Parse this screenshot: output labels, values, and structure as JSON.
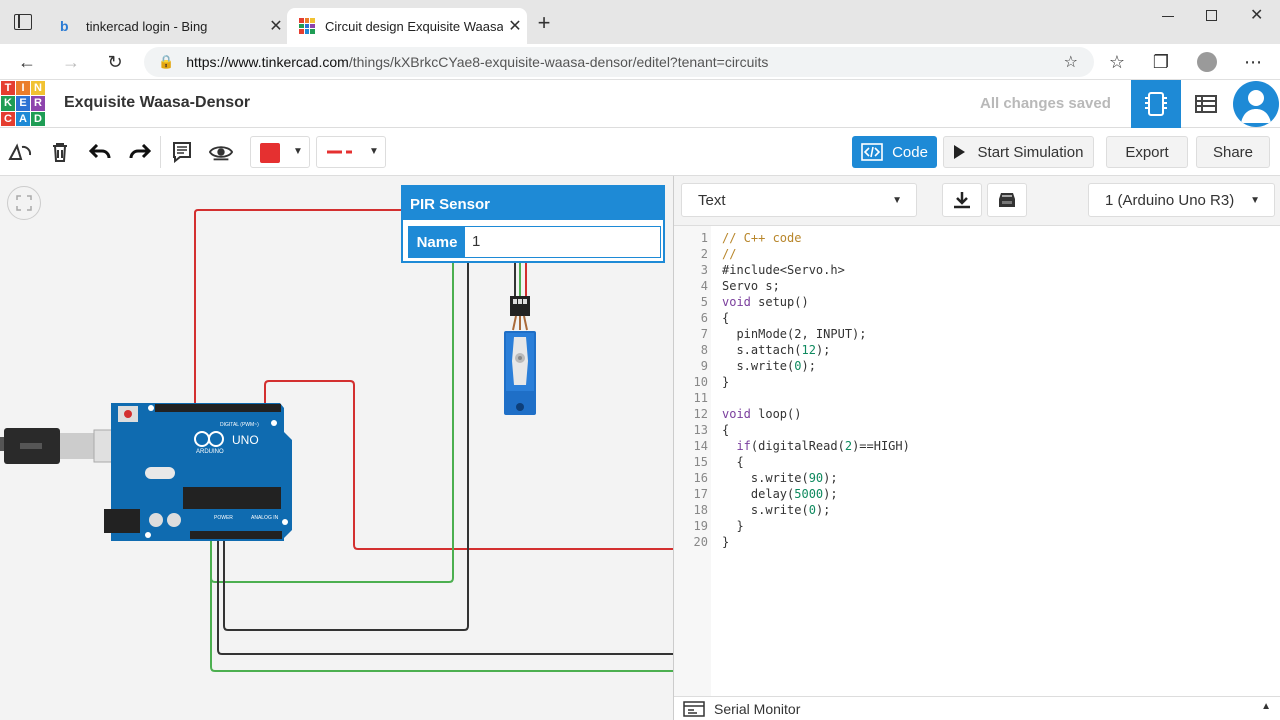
{
  "browser": {
    "tabs": [
      {
        "title": "tinkercad login - Bing",
        "active": false
      },
      {
        "title": "Circuit design Exquisite Waasa-D",
        "active": true
      }
    ],
    "new_tab_label": "+",
    "url_host": "https://www.tinkercad.com",
    "url_path": "/things/kXBrkcCYae8-exquisite-waasa-densor/editel?tenant=circuits"
  },
  "app": {
    "logo_letters": [
      "T",
      "I",
      "N",
      "K",
      "E",
      "R",
      "C",
      "A",
      "D"
    ],
    "project_title": "Exquisite Waasa-Densor",
    "save_status": "All changes saved"
  },
  "toolbar": {
    "code_label": "Code",
    "simulate_label": "Start Simulation",
    "export_label": "Export",
    "share_label": "Share",
    "wire_color": "#e53030"
  },
  "inspector": {
    "title": "PIR Sensor",
    "name_label": "Name",
    "name_value": "1"
  },
  "circuit": {
    "board_label": "UNO",
    "brand_label": "ARDUINO",
    "digital_label": "DIGITAL (PWM~)",
    "power_label": "POWER",
    "analog_label": "ANALOG IN"
  },
  "code_panel": {
    "mode": "Text",
    "device": "1 (Arduino Uno R3)",
    "serial_label": "Serial Monitor",
    "line_numbers": [
      "1",
      "2",
      "3",
      "4",
      "5",
      "6",
      "7",
      "8",
      "9",
      "10",
      "11",
      "12",
      "13",
      "14",
      "15",
      "16",
      "17",
      "18",
      "19",
      "20"
    ],
    "lines": [
      "// C++ code",
      "//",
      "#include<Servo.h>",
      "Servo s;",
      "void setup()",
      "{",
      "  pinMode(2, INPUT);",
      "  s.attach(12);",
      "  s.write(0);",
      "}",
      "",
      "void loop()",
      "{",
      "  if(digitalRead(2)==HIGH)",
      "  {",
      "    s.write(90);",
      "    delay(5000);",
      "    s.write(0);",
      "  }",
      "}"
    ]
  },
  "colors": {
    "accent": "#1e8ad6",
    "logo": [
      "#e53d2f",
      "#ea7d2a",
      "#f1c232",
      "#1f9d55",
      "#2c72d3",
      "#8e44ad",
      "#e53d2f",
      "#1e8ad6",
      "#1f9d55"
    ]
  }
}
